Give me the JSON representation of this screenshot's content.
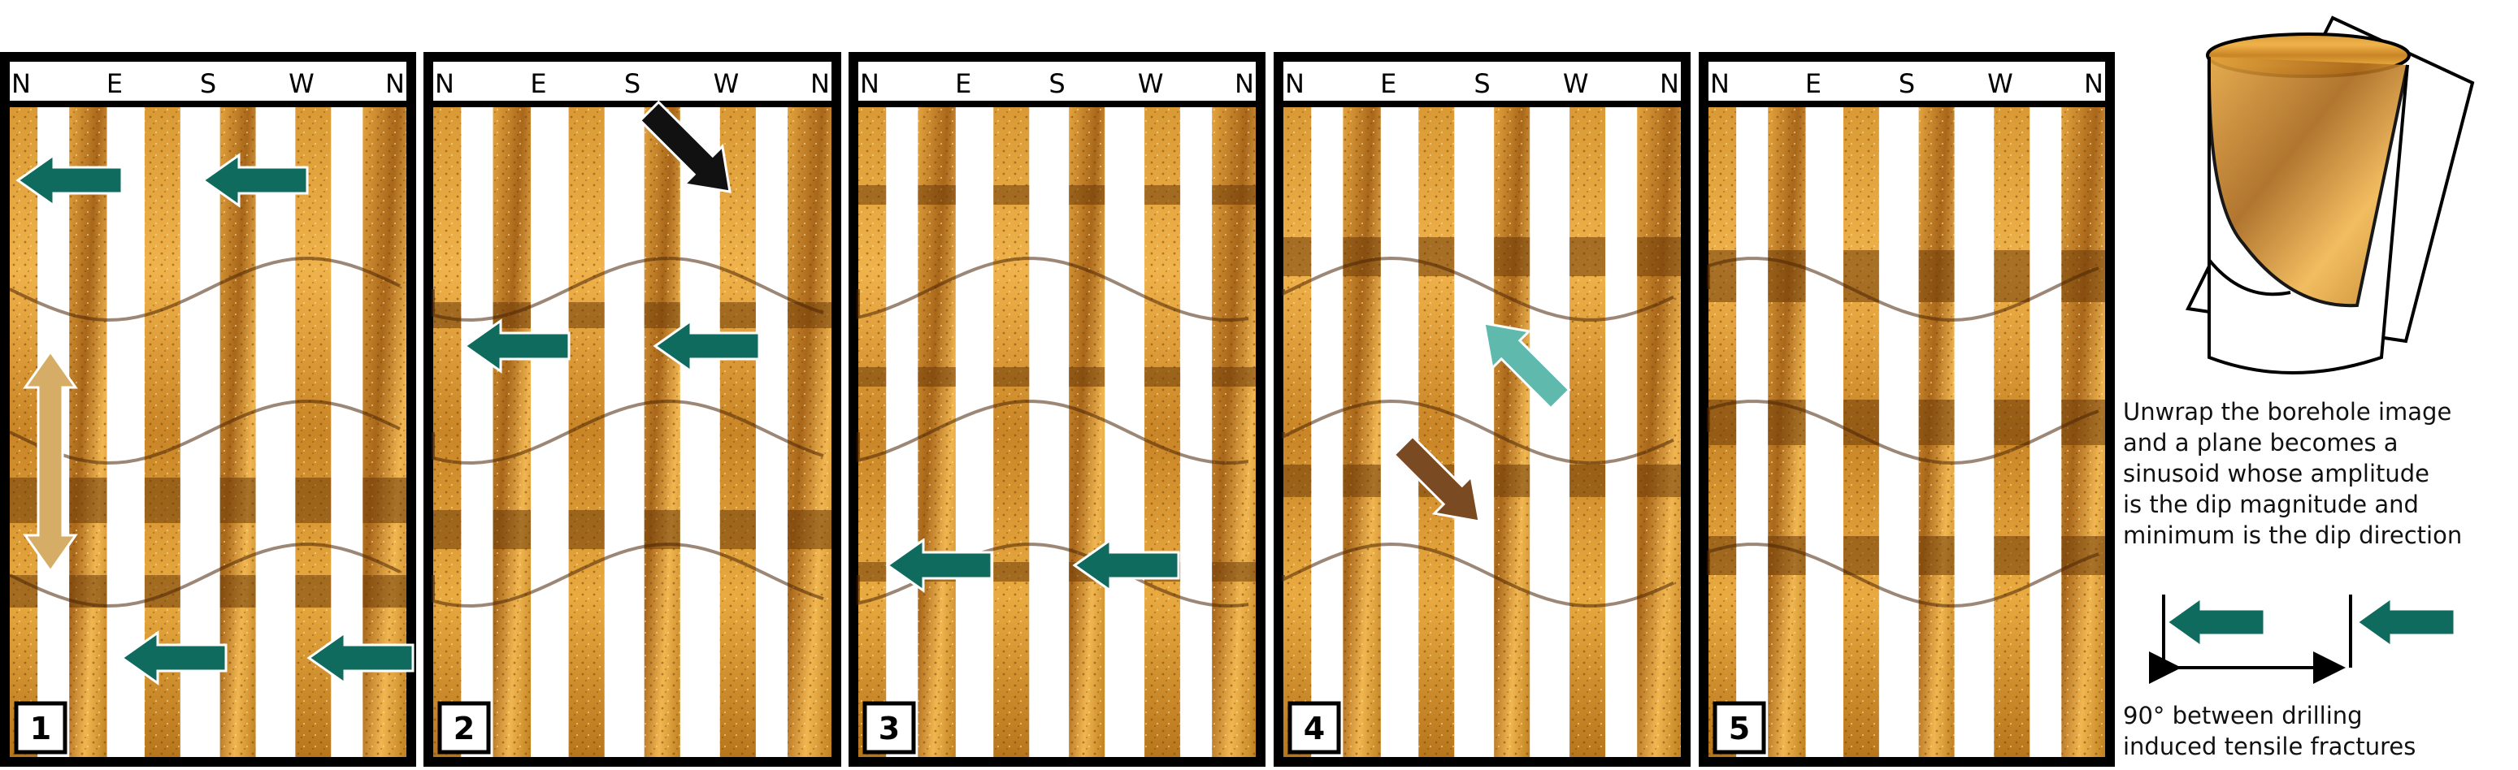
{
  "compass_labels": [
    "N",
    "E",
    "S",
    "W",
    "N"
  ],
  "panels": [
    {
      "number": "1"
    },
    {
      "number": "2"
    },
    {
      "number": "3"
    },
    {
      "number": "4"
    },
    {
      "number": "5"
    }
  ],
  "legend": {
    "unwrap_caption": [
      "Unwrap the borehole image",
      "and a plane becomes a",
      "sinusoid whose amplitude",
      "is the dip magnitude and",
      "minimum is the dip direction"
    ],
    "tensile_caption": [
      "90° between drilling",
      "induced tensile fractures"
    ]
  },
  "colors": {
    "frame": "#000000",
    "rock_light": "#e8a83a",
    "rock_dark": "#6b3a08",
    "arrow_teal": "#0f6b5e",
    "arrow_black": "#111111",
    "arrow_cyan": "#5fb9ad",
    "arrow_brown": "#7a4a22",
    "arrow_tan": "#d6ad66"
  }
}
